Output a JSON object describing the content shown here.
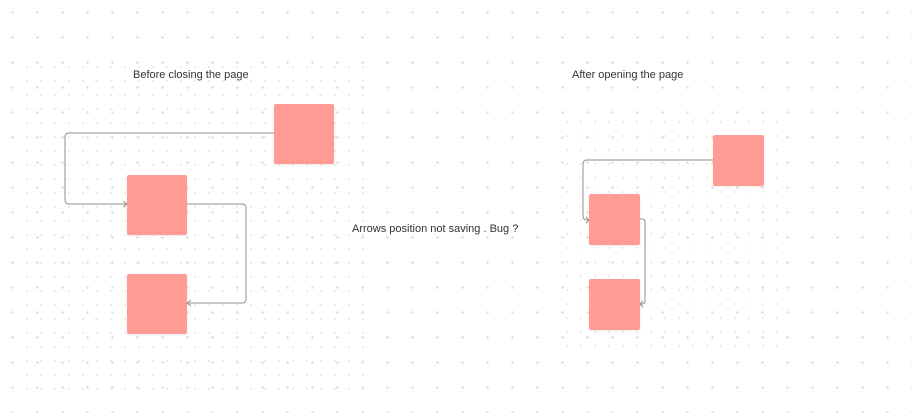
{
  "left_title": "Before closing the page",
  "right_title": "After opening the page",
  "center_note": "Arrows position not saving . Bug ?",
  "colors": {
    "shape_fill": "#ff9b92",
    "connector": "#8f8f8f",
    "background": "#ffffff",
    "grid_dot": "#dcdcdc"
  },
  "before_diagram": {
    "shapes": [
      "square",
      "square",
      "square"
    ],
    "connectors": [
      "top-right shape to middle-left shape",
      "middle-left shape to bottom-left shape"
    ]
  },
  "after_diagram": {
    "shapes": [
      "square",
      "square",
      "square"
    ],
    "connectors": [
      "top-right shape to middle-left shape",
      "middle-left shape to bottom-left shape"
    ]
  }
}
